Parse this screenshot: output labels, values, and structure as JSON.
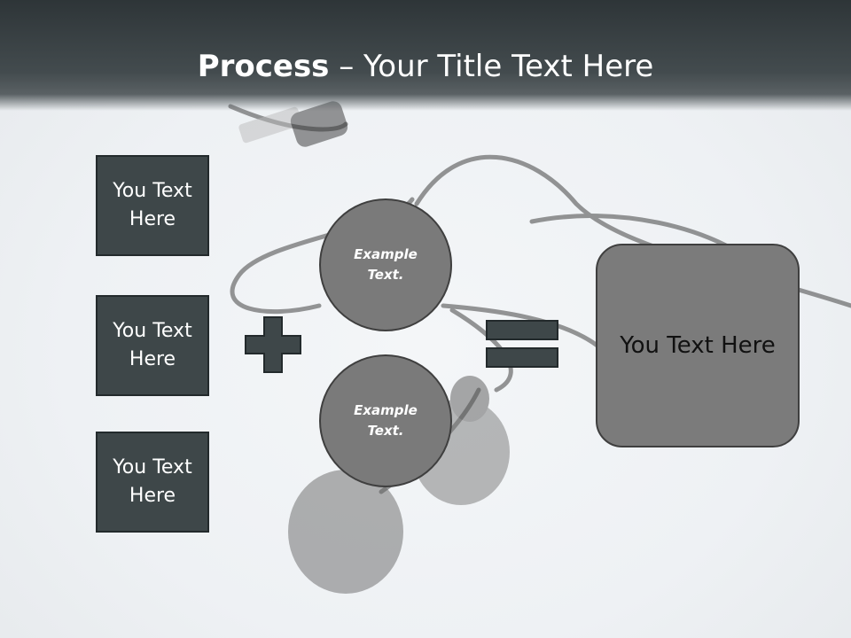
{
  "title": {
    "bold": "Process",
    "rest": " – Your Title Text Here"
  },
  "inputs": [
    {
      "label": "You Text Here"
    },
    {
      "label": "You Text Here"
    },
    {
      "label": "You Text Here"
    }
  ],
  "circles": [
    {
      "label": "Example Text."
    },
    {
      "label": "Example Text."
    }
  ],
  "operators": {
    "plus": "plus-sign",
    "equals": "equals-sign"
  },
  "result": {
    "label": "You Text Here"
  },
  "colors": {
    "header": "#2e3538",
    "box_fill": "#3e4749",
    "circle_fill": "#7a7a7a",
    "result_fill": "#7b7b7b",
    "operator": "#3e4749"
  }
}
